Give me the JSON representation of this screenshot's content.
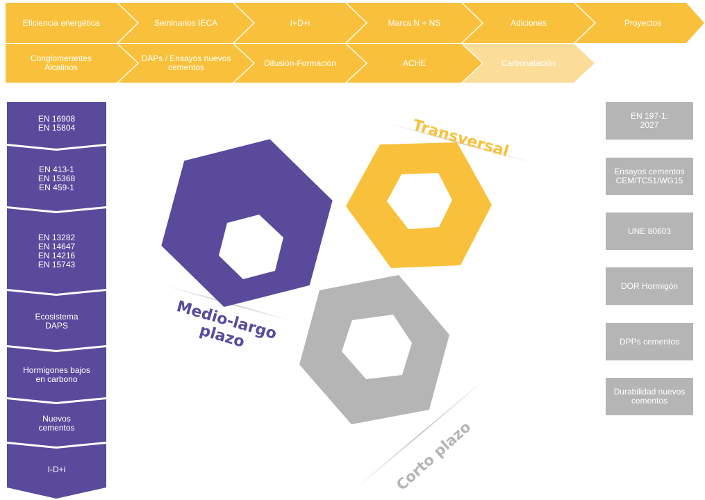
{
  "top_row_1": [
    "Eficiencia energética",
    "Seminarios IECA",
    "I+D+i",
    "Marca N + NS",
    "Adiciones",
    "Proyectos"
  ],
  "top_row_2": [
    "Conglomerantes Alcalinos",
    "DAPs / Ensayos nuevos cementos",
    "Difusión-Formación",
    "ACHE",
    "Carbonatación"
  ],
  "left_column": [
    "EN 16908\nEN 15804",
    "EN 413-1\nEN 15368\nEN 459-1",
    "EN 13282\nEN 14647\nEN 14216\nEN 15743",
    "Ecosistema\nDAPS",
    "Hormigones bajos\nen carbono",
    "Nuevos\ncementos",
    "I-D+i"
  ],
  "right_column": [
    "EN 197-1:\n2027",
    "Ensayos cementos\nCEM/TC51/WG15",
    "UNE 80603",
    "DOR Hormigón",
    "DPPs cementos",
    "Durabilidad nuevos\ncementos"
  ],
  "labels": {
    "transversal": "Transversal",
    "medio_largo": "Medio-largo\nplazo",
    "corto": "Corto plazo"
  },
  "colors": {
    "yellow": "#f9c13b",
    "pale_yellow": "#fbdc99",
    "purple": "#5a4a9c",
    "gray": "#b5b5b5"
  }
}
